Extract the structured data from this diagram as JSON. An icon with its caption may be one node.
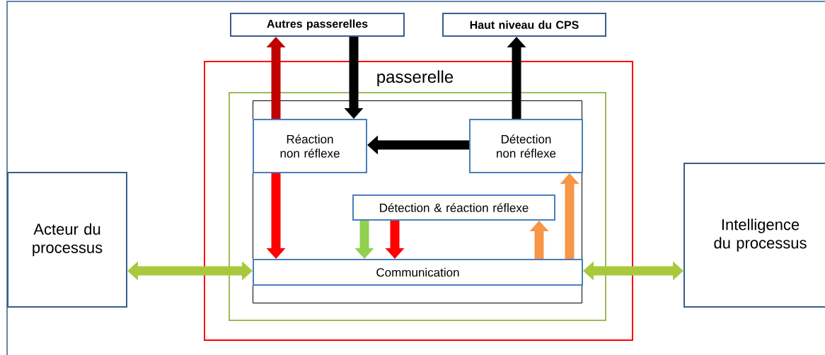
{
  "diagram": {
    "nodes": [
      {
        "text": [
          "Autres passerelles"
        ]
      },
      {
        "text": [
          "Haut niveau du CPS"
        ]
      },
      {
        "text": [
          "passerelle"
        ]
      },
      {
        "text": [],
        "shape": "box",
        "in": 2
      },
      {
        "text": [],
        "shape": "box",
        "in": 3
      },
      {
        "text": [
          "Réaction non réflexe"
        ],
        "in": 4
      },
      {
        "text": [
          "Détection non réflexe"
        ],
        "in": 4
      },
      {
        "text": [
          "Détection & réaction réflexe"
        ],
        "in": 4
      },
      {
        "text": [
          "Communication"
        ],
        "in": 4
      },
      {
        "text": [
          "Acteur du processus"
        ]
      },
      {
        "text": [
          "Intelligence du processus"
        ]
      }
    ],
    "edges": [
      {
        "from": 5,
        "to": 0,
        "arrow": "to",
        "color": "#c00000"
      },
      {
        "from": 0,
        "to": 5,
        "arrow": "to",
        "color": "#000000"
      },
      {
        "from": 6,
        "to": 1,
        "arrow": "to",
        "color": "#000000"
      },
      {
        "from": 6,
        "to": 5,
        "arrow": "to",
        "color": "#000000"
      },
      {
        "from": 5,
        "to": 8,
        "arrow": "to",
        "color": "#ff0000"
      },
      {
        "from": 7,
        "to": 8,
        "arrow": "to",
        "color": "#92d050"
      },
      {
        "from": 7,
        "to": 8,
        "arrow": "to",
        "color": "#ff0000"
      },
      {
        "from": 8,
        "to": 7,
        "arrow": "to",
        "color": "#f79646"
      },
      {
        "from": 8,
        "to": 6,
        "arrow": "to",
        "color": "#f79646"
      },
      {
        "from": 9,
        "to": 8,
        "arrow": "both",
        "color": "#a9c93c"
      },
      {
        "from": 8,
        "to": 10,
        "arrow": "both",
        "color": "#a9c93c"
      }
    ]
  }
}
